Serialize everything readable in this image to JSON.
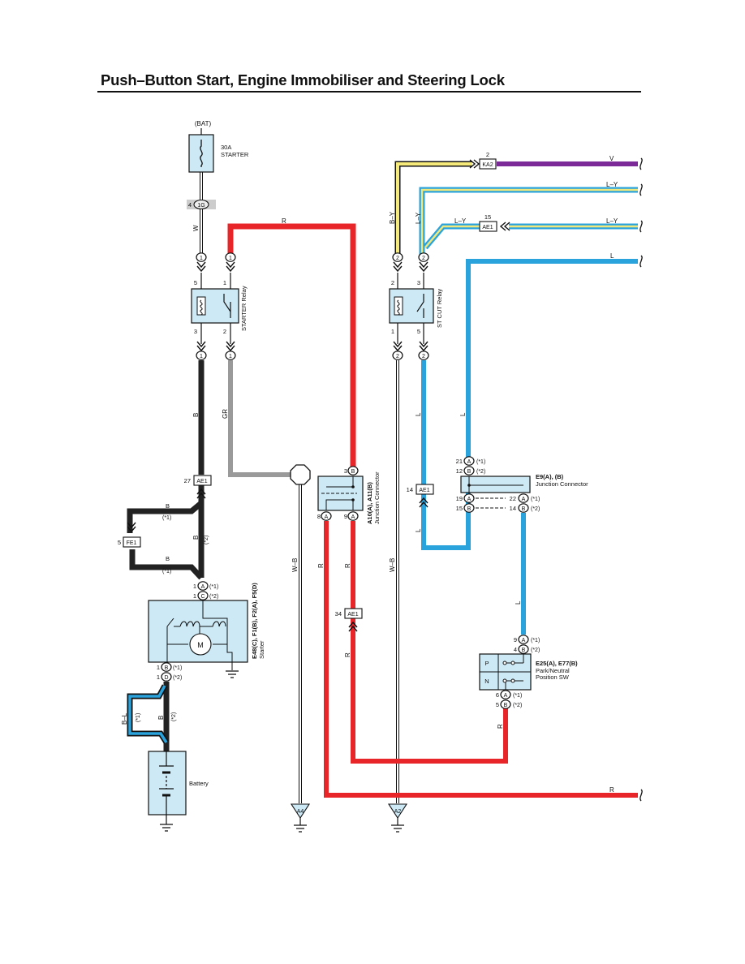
{
  "title": "Push–Button Start, Engine Immobiliser and Steering Lock",
  "fuse": {
    "source": "(BAT)",
    "rating": "30A",
    "name": "STARTER"
  },
  "starter_relay": {
    "name": "STARTER Relay",
    "pins": [
      "5",
      "1",
      "3",
      "2"
    ]
  },
  "st_cut_relay": {
    "name": "ST CUT Relay",
    "pins": [
      "2",
      "3",
      "1",
      "5"
    ]
  },
  "junction_a10": {
    "id": "A10(A), A11(B)",
    "name": "Junction Connector"
  },
  "junction_e9": {
    "id": "E9(A), (B)",
    "name": "Junction Connector"
  },
  "starter": {
    "id": "E48(C), F1(B), F2(A), F5(D)",
    "name": "Starter",
    "motor": "M"
  },
  "battery": {
    "name": "Battery"
  },
  "park_neutral": {
    "id": "E25(A), E77(B)",
    "name": "Park/Neutral",
    "name2": "Position SW",
    "positions": [
      "P",
      "N"
    ]
  },
  "grounds": [
    "A4",
    "A2"
  ],
  "connectors": {
    "1g": "1G",
    "1g_pin": "4",
    "ka2": "KA2",
    "ka2_pin": "2",
    "ae1_top": "AE1",
    "ae1_top_pin": "15",
    "ae1_starter": "AE1",
    "ae1_starter_pin": "27",
    "fe1": "FE1",
    "fe1_pin": "5",
    "ae1_st": "AE1",
    "ae1_st_pin": "14",
    "ae1_r": "AE1",
    "ae1_r_pin": "34"
  },
  "notes": {
    "n1": "(*1)",
    "n2": "(*2)"
  },
  "wire_labels": {
    "w": "W",
    "r_top": "R",
    "by": "B–Y",
    "ly_v": "L–Y",
    "ly_mid": "L–Y",
    "v_right": "V",
    "ly_right1": "L–Y",
    "ly_right2": "L–Y",
    "l_right": "L",
    "b": "B",
    "gr": "GR",
    "wb_center": "W–B",
    "l_st": "L",
    "l_e9": "L",
    "b_branch1": "B",
    "b_branch2": "B",
    "b_main": "B",
    "r_a8": "R",
    "r_a9": "R",
    "wb_right": "W–B",
    "l_pn": "L",
    "r_lower": "R",
    "bl": "B–L",
    "b_batt": "B",
    "r_pn": "R",
    "r_bottom": "R"
  }
}
